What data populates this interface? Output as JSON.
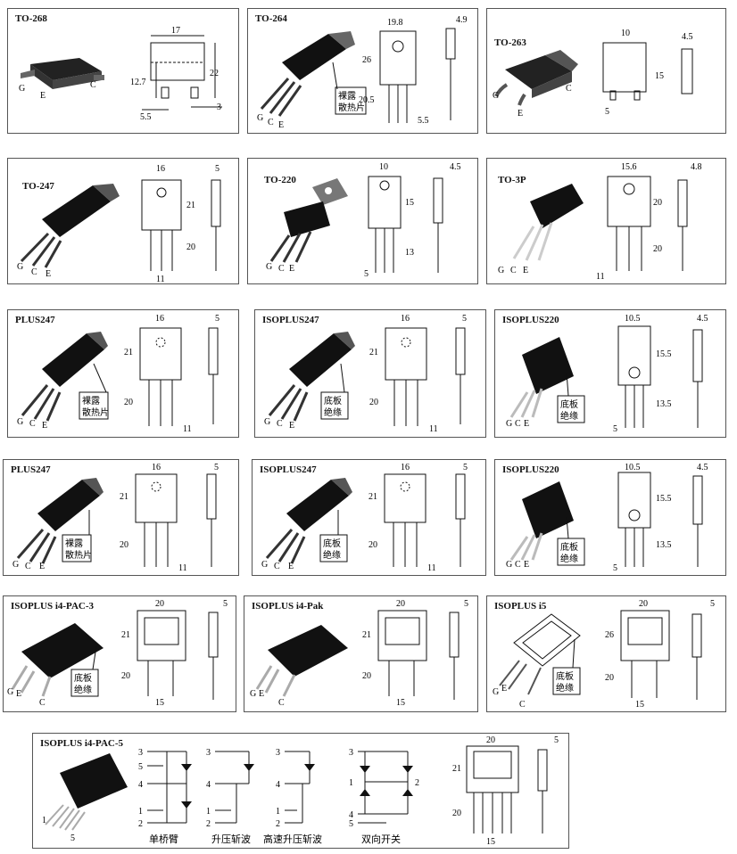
{
  "packages": [
    {
      "title": "TO-268",
      "pins": [
        "G",
        "E",
        "C"
      ],
      "dims": [
        "17",
        "12.7",
        "22",
        "5.5",
        "3"
      ]
    },
    {
      "title": "TO-264",
      "pins": [
        "G",
        "C",
        "E"
      ],
      "note": [
        "裸露",
        "散热片"
      ],
      "dims": [
        "19.8",
        "4.9",
        "26",
        "20.5",
        "5.5"
      ]
    },
    {
      "title": "TO-263",
      "pins": [
        "G",
        "E",
        "C"
      ],
      "dims": [
        "10",
        "4.5",
        "15",
        "5"
      ]
    },
    {
      "title": "TO-247",
      "pins": [
        "G",
        "C",
        "E"
      ],
      "dims": [
        "16",
        "5",
        "21",
        "20",
        "11"
      ]
    },
    {
      "title": "TO-220",
      "pins": [
        "G",
        "C",
        "E"
      ],
      "dims": [
        "10",
        "4.5",
        "15",
        "13",
        "5"
      ]
    },
    {
      "title": "TO-3P",
      "pins": [
        "G",
        "C",
        "E"
      ],
      "dims": [
        "15.6",
        "4.8",
        "20",
        "20",
        "11"
      ]
    },
    {
      "title": "PLUS247",
      "pins": [
        "G",
        "C",
        "E"
      ],
      "note": [
        "裸露",
        "散热片"
      ],
      "dims": [
        "16",
        "5",
        "21",
        "20",
        "11"
      ]
    },
    {
      "title": "ISOPLUS247",
      "pins": [
        "G",
        "C",
        "E"
      ],
      "note": [
        "底板",
        "绝缘"
      ],
      "dims": [
        "16",
        "5",
        "21",
        "20",
        "11"
      ]
    },
    {
      "title": "ISOPLUS220",
      "pins": [
        "G",
        "C",
        "E"
      ],
      "note": [
        "底板",
        "绝缘"
      ],
      "dims": [
        "10.5",
        "4.5",
        "15.5",
        "13.5",
        "5"
      ]
    },
    {
      "title": "PLUS247",
      "pins": [
        "G",
        "C",
        "E"
      ],
      "note": [
        "裸露",
        "散热片"
      ],
      "dims": [
        "16",
        "5",
        "21",
        "20",
        "11"
      ]
    },
    {
      "title": "ISOPLUS247",
      "pins": [
        "G",
        "C",
        "E"
      ],
      "note": [
        "底板",
        "绝缘"
      ],
      "dims": [
        "16",
        "5",
        "21",
        "20",
        "11"
      ]
    },
    {
      "title": "ISOPLUS220",
      "pins": [
        "G",
        "C",
        "E"
      ],
      "note": [
        "底板",
        "绝缘"
      ],
      "dims": [
        "10.5",
        "4.5",
        "15.5",
        "13.5",
        "5"
      ]
    },
    {
      "title": "ISOPLUS i4-PAC-3",
      "pins": [
        "G",
        "E",
        "C"
      ],
      "note": [
        "底板",
        "绝缘"
      ],
      "dims": [
        "20",
        "5",
        "21",
        "20",
        "15"
      ]
    },
    {
      "title": "ISOPLUS i4-Pak",
      "pins": [
        "G",
        "E",
        "C"
      ],
      "dims": [
        "20",
        "5",
        "21",
        "20",
        "15"
      ]
    },
    {
      "title": "ISOPLUS i5",
      "pins": [
        "G",
        "E",
        "C"
      ],
      "note": [
        "底板",
        "绝缘"
      ],
      "dims": [
        "20",
        "5",
        "26",
        "20",
        "15"
      ]
    }
  ],
  "bottom": {
    "title": "ISOPLUS i4-PAC-5",
    "pins": [
      "1",
      "5"
    ],
    "circuits": [
      {
        "label": "单桥臂",
        "nums": [
          "3",
          "5",
          "4",
          "1",
          "2"
        ]
      },
      {
        "label": "升压斩波",
        "nums": [
          "3",
          "4",
          "1",
          "2"
        ]
      },
      {
        "label": "高速升压斩波",
        "nums": [
          "3",
          "4",
          "1",
          "2"
        ]
      },
      {
        "label": "双向开关",
        "nums": [
          "3",
          "1",
          "4",
          "5",
          "2"
        ]
      }
    ],
    "dims": [
      "20",
      "5",
      "21",
      "20",
      "15"
    ]
  }
}
